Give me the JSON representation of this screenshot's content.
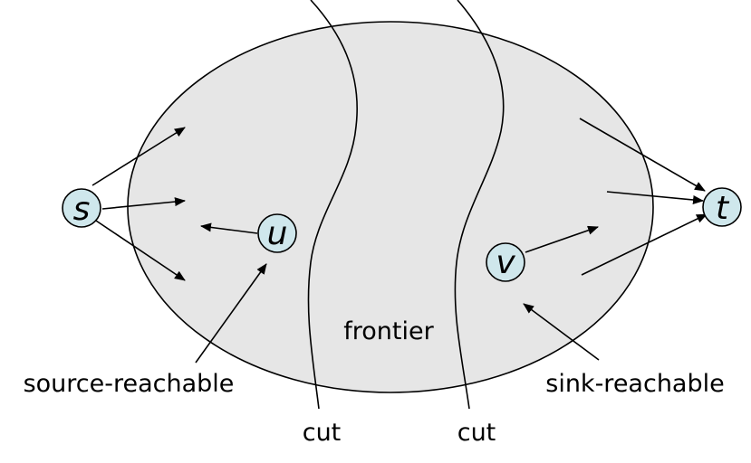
{
  "nodes": {
    "s": "s",
    "t": "t",
    "u": "u",
    "v": "v"
  },
  "labels": {
    "frontier": "frontier",
    "source_reachable": "source-reachable",
    "sink_reachable": "sink-reachable",
    "cut_left": "cut",
    "cut_right": "cut"
  },
  "colors": {
    "region_fill": "#e6e6e6",
    "node_fill": "#cfe7ec",
    "stroke": "#000000"
  }
}
